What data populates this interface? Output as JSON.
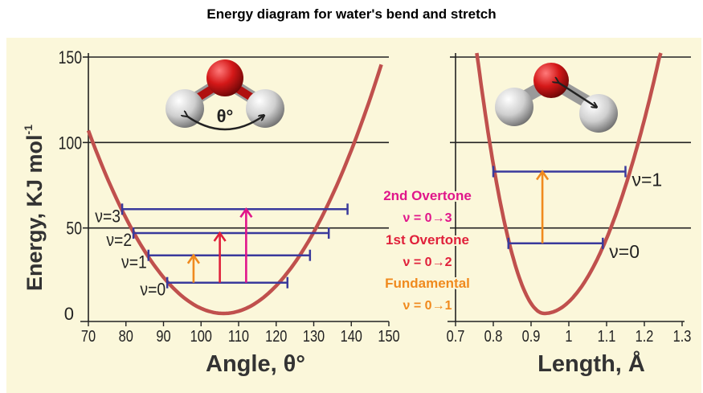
{
  "title": "Energy diagram for water's bend and stretch",
  "y_axis": {
    "label": "Energy, KJ mol",
    "label_superscript": "-1",
    "ticks": [
      "150",
      "100",
      "50",
      "0"
    ],
    "values": [
      150,
      100,
      50,
      0
    ],
    "ylim": [
      0,
      150
    ]
  },
  "bend": {
    "x_label": "Angle, θ°",
    "x_ticks": [
      "70",
      "80",
      "90",
      "100",
      "110",
      "120",
      "130",
      "140",
      "150"
    ],
    "x_values": [
      70,
      80,
      90,
      100,
      110,
      120,
      130,
      140,
      150
    ],
    "xlim": [
      70,
      150
    ],
    "molecule_label": "θ°",
    "levels": [
      {
        "label": "ν=0",
        "energy": 18,
        "x_from": 91,
        "x_to": 123
      },
      {
        "label": "ν=1",
        "energy": 34,
        "x_from": 86,
        "x_to": 129
      },
      {
        "label": "ν=2",
        "energy": 47,
        "x_from": 82,
        "x_to": 134
      },
      {
        "label": "ν=3",
        "energy": 61,
        "x_from": 79,
        "x_to": 139
      }
    ],
    "transitions": [
      {
        "x": 98,
        "from": 18,
        "to": 34,
        "color": "#f08a1e"
      },
      {
        "x": 105,
        "from": 18,
        "to": 47,
        "color": "#e0203a"
      },
      {
        "x": 112,
        "from": 18,
        "to": 61,
        "color": "#e0168a"
      }
    ],
    "curve": {
      "center": 106,
      "min_energy": 0,
      "color": "#c0504d"
    }
  },
  "stretch": {
    "x_label": "Length, Å",
    "x_ticks": [
      "0.7",
      "0.8",
      "0.9",
      "1",
      "1.1",
      "1.2",
      "1.3"
    ],
    "x_values": [
      0.7,
      0.8,
      0.9,
      1.0,
      1.1,
      1.2,
      1.3
    ],
    "xlim": [
      0.7,
      1.3
    ],
    "levels": [
      {
        "label": "ν=0",
        "energy": 41,
        "x_from": 0.84,
        "x_to": 1.09
      },
      {
        "label": "ν=1",
        "energy": 83,
        "x_from": 0.8,
        "x_to": 1.15
      }
    ],
    "transitions": [
      {
        "x": 0.93,
        "from": 41,
        "to": 83,
        "color": "#f08a1e"
      }
    ],
    "curve": {
      "center": 0.935,
      "min_energy": 0,
      "color": "#c0504d"
    }
  },
  "annotations": [
    {
      "text": "2nd Overtone",
      "color": "#e0168a"
    },
    {
      "text": "ν = 0→3",
      "color": "#e0168a"
    },
    {
      "text": "1st Overtone",
      "color": "#e0203a"
    },
    {
      "text": "ν = 0→2",
      "color": "#e0203a"
    },
    {
      "text": "Fundamental",
      "color": "#f08a1e"
    },
    {
      "text": "ν = 0→1",
      "color": "#f08a1e"
    }
  ],
  "colors": {
    "background": "#fbf7da",
    "level_line": "#3a3a9c",
    "curve": "#c0504d",
    "grid": "#222222",
    "oxygen": "#d41818",
    "hydrogen": "#d9d9d9"
  }
}
